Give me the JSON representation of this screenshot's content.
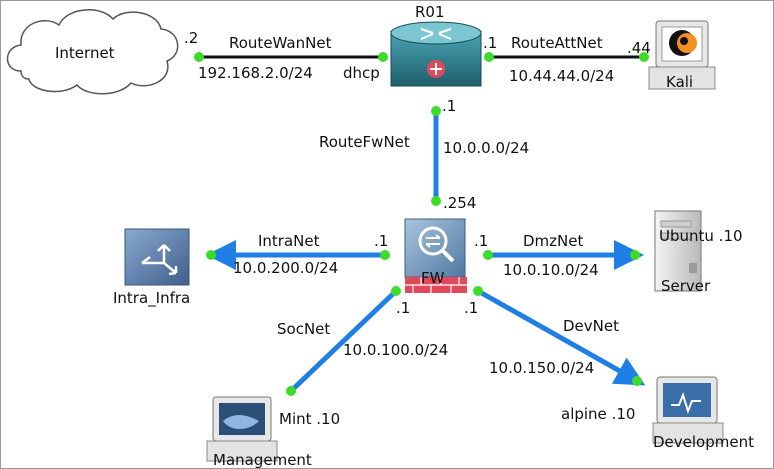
{
  "nodes": {
    "internet": "Internet",
    "router": "R01",
    "kali": "Kali",
    "firewall": "FW",
    "intra_infra": "Intra_Infra",
    "ubuntu_label": "Ubuntu .10",
    "server_label": "Server",
    "mint_label": "Mint .10",
    "management_label": "Management",
    "alpine_label": "alpine .10",
    "development_label": "Development"
  },
  "links": {
    "wan": {
      "name": "RouteWanNet",
      "subnet": "192.168.2.0/24",
      "left_addr": ".2",
      "right_addr": "dhcp"
    },
    "att": {
      "name": "RouteAttNet",
      "subnet": "10.44.44.0/24",
      "left_addr": ".1",
      "right_addr": ".44"
    },
    "fw": {
      "name": "RouteFwNet",
      "subnet": "10.0.0.0/24",
      "top_addr": ".1",
      "bottom_addr": ".254"
    },
    "intra": {
      "name": "IntraNet",
      "subnet": "10.0.200.0/24",
      "addr": ".1"
    },
    "dmz": {
      "name": "DmzNet",
      "subnet": "10.0.10.0/24",
      "addr": ".1"
    },
    "soc": {
      "name": "SocNet",
      "subnet": "10.0.100.0/24",
      "addr": ".1"
    },
    "dev": {
      "name": "DevNet",
      "subnet": "10.0.150.0/24",
      "addr": ".1"
    }
  },
  "colors": {
    "link_blue": "#1f7fe6",
    "link_black": "#111111",
    "endpoint_green": "#3ddc2a",
    "router_body": "#2f7f8f",
    "fw_brick": "#e0485b",
    "switch_blue": "#5b7fae"
  }
}
